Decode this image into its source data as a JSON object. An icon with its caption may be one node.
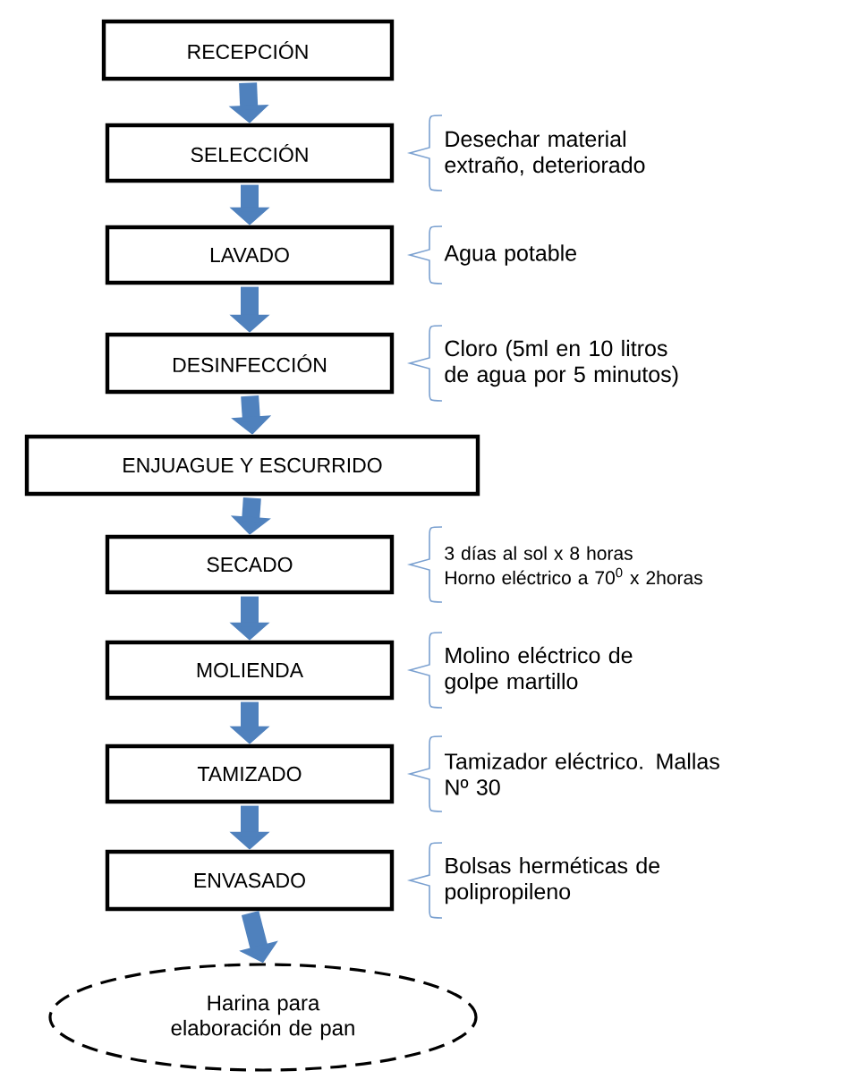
{
  "diagram": {
    "nodes": [
      {
        "text": [
          "RECEPCIÓN"
        ]
      },
      {
        "text": [
          "SELECCIÓN"
        ],
        "beside": [
          "Desechar material extraño, deteriorado"
        ]
      },
      {
        "text": [
          "LAVADO"
        ],
        "beside": [
          "Agua potable"
        ]
      },
      {
        "text": [
          "DESINFECCIÓN"
        ],
        "beside": [
          "Cloro (5ml en 10 litros de agua por 5 minutos)"
        ]
      },
      {
        "text": [
          "ENJUAGUE Y ESCURRIDO"
        ]
      },
      {
        "text": [
          "SECADO"
        ],
        "beside": [
          "3 días al sol x 8 horas",
          "Horno eléctrico a 70$^{0}$ x 2horas"
        ]
      },
      {
        "text": [
          "MOLIENDA"
        ],
        "beside": [
          "Molino eléctrico de golpe martillo"
        ]
      },
      {
        "text": [
          "TAMIZADO"
        ],
        "beside": [
          "Tamizador eléctrico. Mallas Nº 30"
        ]
      },
      {
        "text": [
          "ENVASADO"
        ],
        "beside": [
          "Bolsas herméticas de polipropileno"
        ]
      },
      {
        "text": [
          "Harina para elaboración de pan"
        ]
      }
    ],
    "edges": [
      {
        "from": 0,
        "to": 1,
        "arrow": "to"
      },
      {
        "from": 1,
        "to": 2,
        "arrow": "to"
      },
      {
        "from": 2,
        "to": 3,
        "arrow": "to"
      },
      {
        "from": 3,
        "to": 4,
        "arrow": "to"
      },
      {
        "from": 4,
        "to": 5,
        "arrow": "to"
      },
      {
        "from": 5,
        "to": 6,
        "arrow": "to"
      },
      {
        "from": 6,
        "to": 7,
        "arrow": "to"
      },
      {
        "from": 7,
        "to": 8,
        "arrow": "to"
      },
      {
        "from": 8,
        "to": 9,
        "arrow": "to"
      }
    ]
  }
}
